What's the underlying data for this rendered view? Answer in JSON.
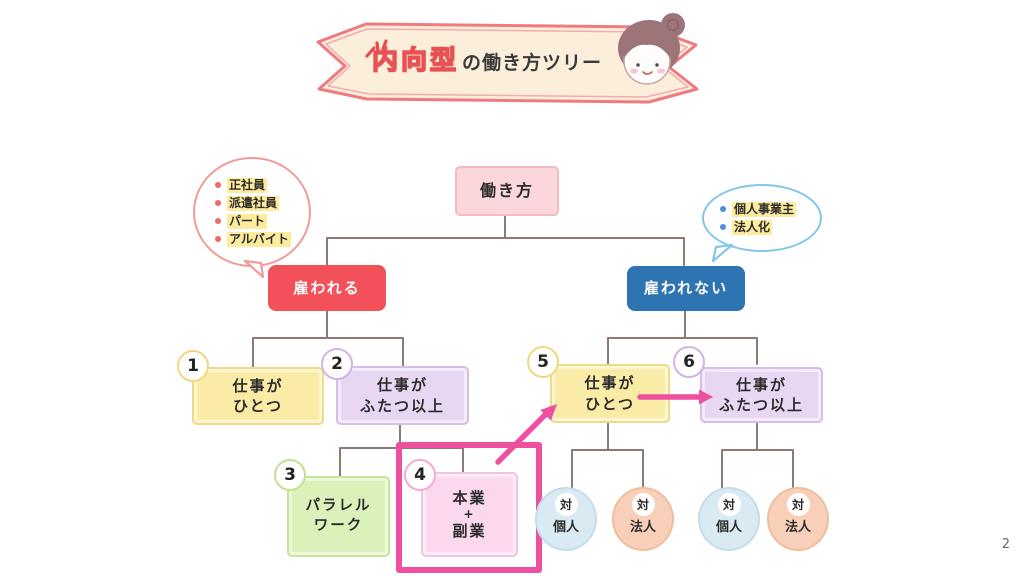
{
  "page": {
    "number": "2"
  },
  "banner": {
    "title_highlight": "内向型",
    "title_rest": "の働き方ツリー"
  },
  "bubble_employed": {
    "items": [
      "正社員",
      "派遣社員",
      "パート",
      "アルバイト"
    ]
  },
  "bubble_independent": {
    "items": [
      "個人事業主",
      "法人化"
    ]
  },
  "tree": {
    "root": "働き方",
    "employed": "雇われる",
    "not_employed": "雇われない",
    "node1": {
      "num": "1",
      "line1": "仕事が",
      "line2": "ひとつ"
    },
    "node2": {
      "num": "2",
      "line1": "仕事が",
      "line2": "ふたつ以上"
    },
    "node3": {
      "num": "3",
      "line1": "パラレル",
      "line2": "ワーク"
    },
    "node4": {
      "num": "4",
      "line1": "本業",
      "line2": "+",
      "line3": "副業"
    },
    "node5": {
      "num": "5",
      "line1": "仕事が",
      "line2": "ひとつ"
    },
    "node6": {
      "num": "6",
      "line1": "仕事が",
      "line2": "ふたつ以上"
    },
    "leaf_individual": {
      "top": "対",
      "bottom": "個人"
    },
    "leaf_corporate": {
      "top": "対",
      "bottom": "法人"
    }
  },
  "colors": {
    "banner_border": "#ef7b81",
    "banner_fill": "#fbeedb",
    "title_red": "#e85252",
    "employed_red": "#f25159",
    "independent_blue": "#2e74b2",
    "one_job_yellow": "#faeba6",
    "multi_job_purple": "#e7d7f3",
    "parallel_green": "#dcf0ba",
    "side_job_pink": "#fbd8ee",
    "highlight_frame_pink": "#ee4f9e",
    "leaf_blue": "#daeaf3",
    "leaf_peach": "#f8d0b9",
    "connector_gray": "#8b7b74",
    "list_highlight_yellow": "#fdeb9e"
  }
}
